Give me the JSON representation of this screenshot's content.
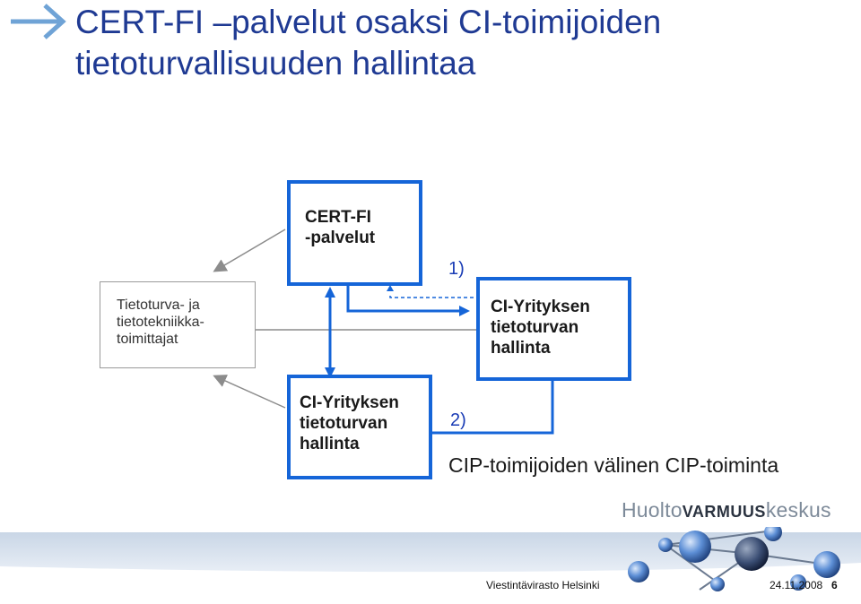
{
  "title": {
    "line1": "CERT-FI –palvelut osaksi CI-toimijoiden",
    "line2": "tietoturvallisuuden hallintaa"
  },
  "nodes": {
    "certfi": {
      "line1": "CERT-FI",
      "line2": "-palvelut"
    },
    "vendors": {
      "line1": "Tietoturva- ja",
      "line2": "tietotekniikka-",
      "line3": "toimittajat"
    },
    "ci_right": {
      "line1": "CI-Yrityksen",
      "line2": "tietoturvan",
      "line3": "hallinta"
    },
    "ci_bottom": {
      "line1": "CI-Yrityksen",
      "line2": "tietoturvan",
      "line3": "hallinta"
    }
  },
  "labels": {
    "one": "1)",
    "two": "2)"
  },
  "caption": "CIP-toimijoiden välinen CIP-toiminta",
  "logo": {
    "part1": "Huolto",
    "part2": "VARMUUS",
    "part3": "keskus"
  },
  "footer": {
    "org": "Viestintävirasto Helsinki",
    "date": "24.11.2008",
    "page": "6"
  },
  "colors": {
    "title": "#1f3a93",
    "box_border": "#1565d8",
    "arrow_gray": "#8c8c8c",
    "title_arrow": "#6fa3d6"
  }
}
